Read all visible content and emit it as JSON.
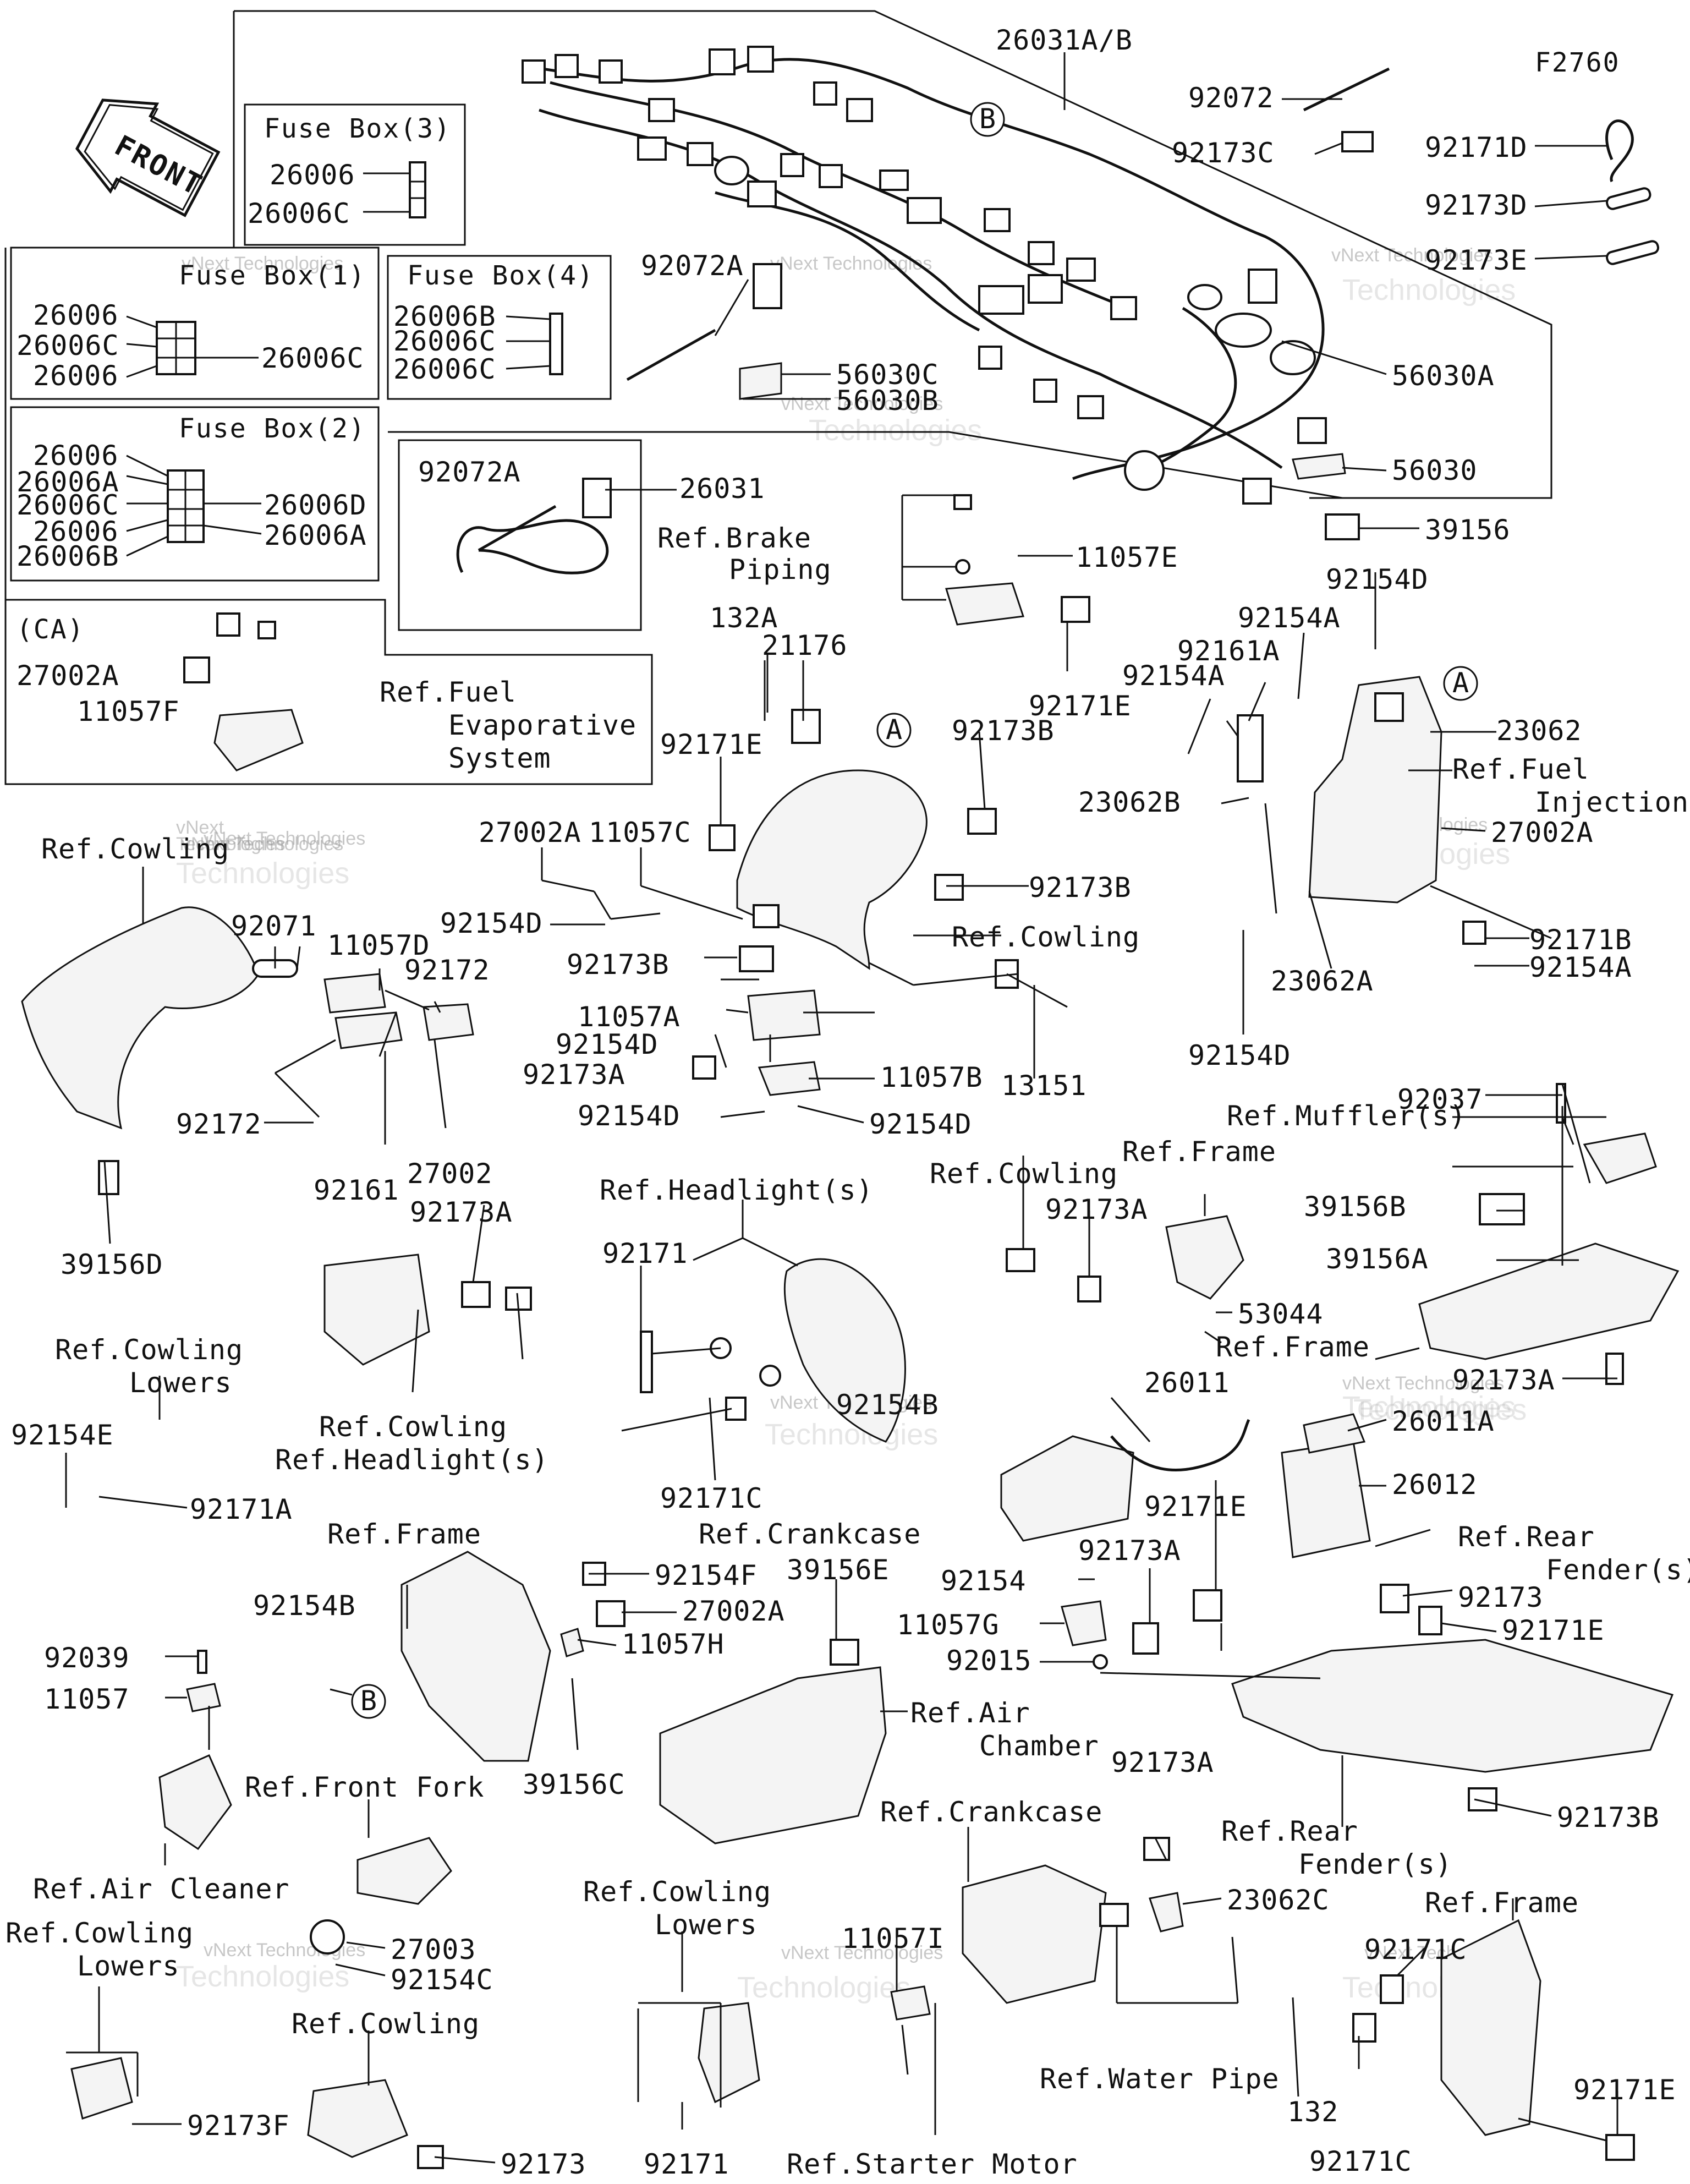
{
  "diagram_code": "F2760",
  "front_arrow": "FRONT",
  "watermark": {
    "brand": "vNext Technologies",
    "line1": "vNext",
    "line2": "Technologies"
  },
  "boxes": {
    "fuse_box_3": "Fuse Box(3)",
    "fuse_box_1": "Fuse Box(1)",
    "fuse_box_4": "Fuse Box(4)",
    "fuse_box_2": "Fuse Box(2)",
    "ca": "(CA)"
  },
  "callouts": {
    "a": "A",
    "b": "B"
  },
  "labels": {
    "p26031AB": "26031A/B",
    "p92072": "92072",
    "p92173C": "92173C",
    "p92171D": "92171D",
    "p92173D": "92173D",
    "p92173E": "92173E",
    "fb3_26006": "26006",
    "fb3_26006C": "26006C",
    "fb1_26006a": "26006",
    "fb1_26006C": "26006C",
    "fb1_26006b": "26006",
    "fb1_26006C_r": "26006C",
    "fb4_26006B": "26006B",
    "fb4_26006C_a": "26006C",
    "fb4_26006C_b": "26006C",
    "p92072A": "92072A",
    "p56030C": "56030C",
    "p56030B": "56030B",
    "p56030A": "56030A",
    "p56030": "56030",
    "fb2_26006a": "26006",
    "fb2_26006A": "26006A",
    "fb2_26006C": "26006C",
    "fb2_26006b": "26006",
    "fb2_26006B": "26006B",
    "fb2_26006D": "26006D",
    "fb2_26006A_r": "26006A",
    "sub_92072A": "92072A",
    "sub_26031": "26031",
    "p39156": "39156",
    "ref_brake_1": "Ref.Brake",
    "ref_brake_2": "Piping",
    "p11057E": "11057E",
    "p92154D_top": "92154D",
    "p92154A_a": "92154A",
    "p92161A": "92161A",
    "p92154A_b": "92154A",
    "p23062": "23062",
    "ref_fuel_inj_1": "Ref.Fuel",
    "ref_fuel_inj_2": "Injection",
    "p23062B": "23062B",
    "p27002A_r": "27002A",
    "p132A": "132A",
    "p21176": "21176",
    "p92171E_a": "92171E",
    "p92171E_b": "92171E",
    "p92173B_a": "92173B",
    "ca_27002A": "27002A",
    "ca_11057F": "11057F",
    "ref_fuel_evap_1": "Ref.Fuel",
    "ref_fuel_evap_2": "Evaporative",
    "ref_fuel_evap_3": "System",
    "p27002A_m": "27002A",
    "p11057C": "11057C",
    "ref_cowling_tl": "Ref.Cowling",
    "p92154D_m": "92154D",
    "p92173B_b": "92173B",
    "ref_cowling_m": "Ref.Cowling",
    "p92173B_c": "92173B",
    "p92171B": "92171B",
    "p92154A_c": "92154A",
    "p23062A": "23062A",
    "p92154D_r": "92154D",
    "p92071": "92071",
    "p11057D": "11057D",
    "p92172_a": "92172",
    "p11057A": "11057A",
    "p92154D_c": "92154D",
    "p92173A_a": "92173A",
    "p11057B": "11057B",
    "p92154D_d": "92154D",
    "p92154D_e": "92154D",
    "p13151": "13151",
    "p92172_b": "92172",
    "p92161": "92161",
    "p27002": "27002",
    "p39156D": "39156D",
    "p92037": "92037",
    "ref_muffler": "Ref.Muffler(s)",
    "ref_headlight_a": "Ref.Headlight(s)",
    "ref_cowling_c": "Ref.Cowling",
    "ref_frame_a": "Ref.Frame",
    "p92173A_b": "92173A",
    "p39156B": "39156B",
    "p39156A": "39156A",
    "p92173A_c": "92173A",
    "p92171": "92171",
    "p53044": "53044",
    "ref_frame_b": "Ref.Frame",
    "p92173A_d": "92173A",
    "ref_cowling_lowers_1": "Ref.Cowling",
    "ref_cowling_lowers_2": "Lowers",
    "ref_cowling_d": "Ref.Cowling",
    "ref_headlight_b": "Ref.Headlight(s)",
    "p92154E": "92154E",
    "p92171A": "92171A",
    "p92154B_a": "92154B",
    "p26011": "26011",
    "p26011A": "26011A",
    "p26012": "26012",
    "p92171C_a": "92171C",
    "ref_crankcase_a": "Ref.Crankcase",
    "p92171E_c": "92171E",
    "ref_rear_fender_a1": "Ref.Rear",
    "ref_rear_fender_a2": "Fender(s)",
    "ref_frame_c": "Ref.Frame",
    "p92154F": "92154F",
    "p27002A_b": "27002A",
    "p11057H": "11057H",
    "p39156E": "39156E",
    "p92173A_e": "92173A",
    "p92154": "92154",
    "p92173": "92173",
    "p92171E_d": "92171E",
    "p11057G": "11057G",
    "p92015": "92015",
    "p92154B_b": "92154B",
    "p92039": "92039",
    "p11057": "11057",
    "p39156C": "39156C",
    "ref_air_chamber_1": "Ref.Air",
    "ref_air_chamber_2": "Chamber",
    "ref_front_fork": "Ref.Front Fork",
    "ref_crankcase_b": "Ref.Crankcase",
    "p92173A_f": "92173A",
    "p92173B_d": "92173B",
    "ref_rear_fender_b1": "Ref.Rear",
    "ref_rear_fender_b2": "Fender(s)",
    "ref_air_cleaner": "Ref.Air Cleaner",
    "ref_cowling_lowers_b1": "Ref.Cowling",
    "ref_cowling_lowers_b2": "Lowers",
    "p11057I": "11057I",
    "p23062C": "23062C",
    "ref_frame_d": "Ref.Frame",
    "p27003": "27003",
    "p92154C": "92154C",
    "ref_cowling_lowers_c1": "Ref.Cowling",
    "ref_cowling_lowers_c2": "Lowers",
    "p92171C_b": "92171C",
    "ref_cowling_e": "Ref.Cowling",
    "ref_water_pipe": "Ref.Water Pipe",
    "p92173F": "92173F",
    "p132": "132",
    "p92171E_e": "92171E",
    "p92173_b": "92173",
    "p92171_b": "92171",
    "ref_starter_motor": "Ref.Starter Motor",
    "p92171C_c": "92171C"
  }
}
